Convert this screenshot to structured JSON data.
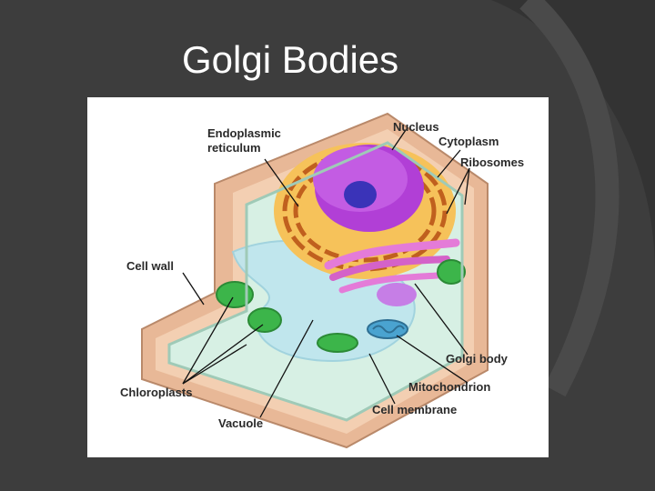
{
  "slide": {
    "title": "Golgi Bodies"
  },
  "diagram": {
    "labels": {
      "er_line1": "Endoplasmic",
      "er_line2": "reticulum",
      "nucleus": "Nucleus",
      "cytoplasm": "Cytoplasm",
      "ribosomes": "Ribosomes",
      "cell_wall": "Cell wall",
      "chloroplasts": "Chloroplasts",
      "vacuole": "Vacuole",
      "golgi_body": "Golgi body",
      "mitochondrion": "Mitochondrion",
      "cell_membrane": "Cell membrane"
    }
  },
  "colors": {
    "background": "#3d3d3d",
    "title": "#ffffff",
    "cell_wall": "#e8b897",
    "cytoplasm": "#d7f0e4",
    "nucleus": "#b13fd6",
    "nucleolus": "#3a33b8",
    "golgi": "#e47bd8",
    "chloroplast": "#3cb54a",
    "vacuole": "#bfe6ee",
    "er": "#f2a33a"
  }
}
